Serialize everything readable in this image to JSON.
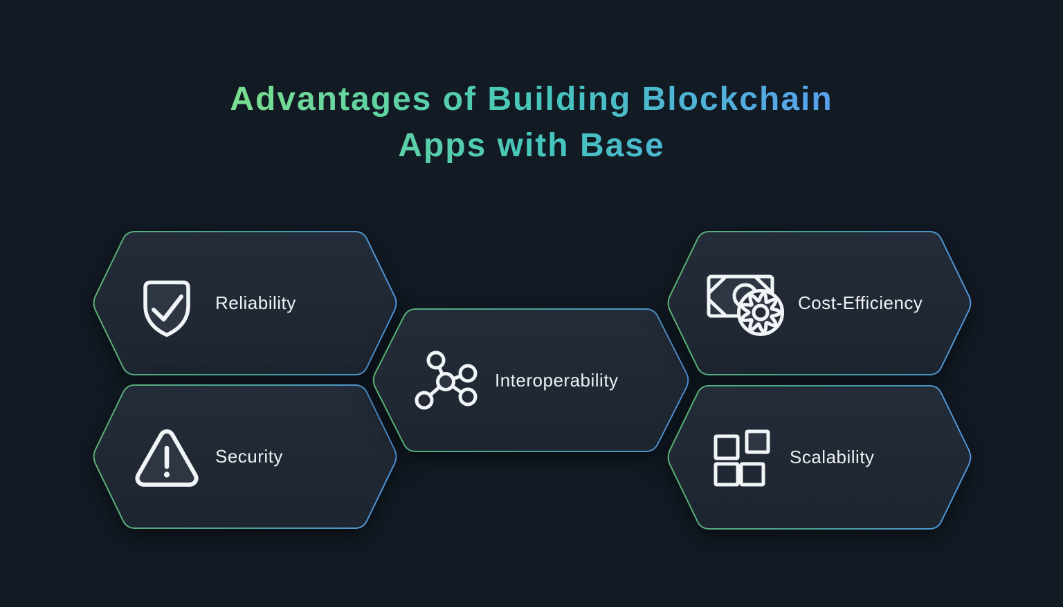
{
  "title": {
    "line1": "Advantages of Building Blockchain",
    "line2": "Apps with Base"
  },
  "cards": [
    {
      "label": "Reliability",
      "icon": "shield-check-icon"
    },
    {
      "label": "Security",
      "icon": "alert-triangle-icon"
    },
    {
      "label": "Interoperability",
      "icon": "network-nodes-icon"
    },
    {
      "label": "Cost-Efficiency",
      "icon": "banknote-gear-icon"
    },
    {
      "label": "Scalability",
      "icon": "squares-grid-icon"
    }
  ],
  "colors": {
    "background": "#121a24",
    "card_fill": "#212a35",
    "card_fill_top": "#232c38",
    "card_fill_bottom": "#1d2530",
    "icon_fill": "#2d3642",
    "icon_stroke": "#f2f5f7",
    "label_color": "#eef1f4",
    "card_border_gradient": [
      "#5bb273",
      "#4ba29b",
      "#5094de"
    ],
    "title_gradient": [
      "#7adf8e",
      "#45c6bb",
      "#58a1ee"
    ]
  }
}
